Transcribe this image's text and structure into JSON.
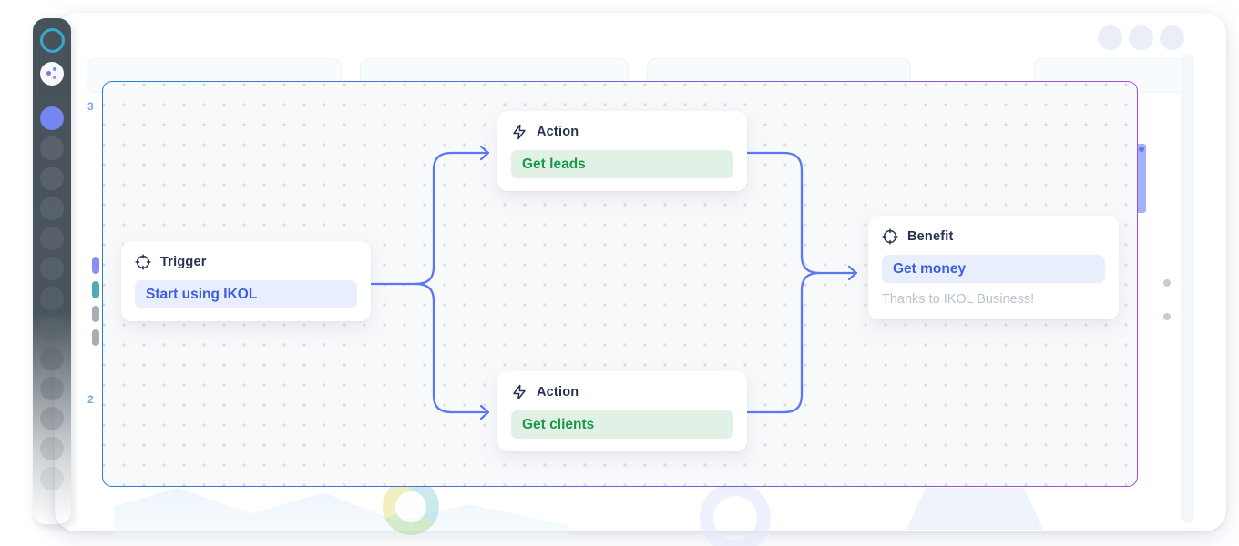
{
  "window": {
    "controls": [
      {
        "name": "window-control-1"
      },
      {
        "name": "window-control-2"
      },
      {
        "name": "window-control-3"
      }
    ]
  },
  "sidebar": {
    "logo_icon": "ring-logo-icon",
    "share_icon": "share-dots-icon",
    "active_item_color": "#7486f1",
    "placeholder_item_count": 12
  },
  "canvas": {
    "border_gradient": [
      "#2a7cd4",
      "#a44ed6"
    ],
    "connector_color": "#5b78f0",
    "nodes": [
      {
        "type_label": "Trigger",
        "icon": "crosshair-icon",
        "value": "Start using IKOL",
        "variant": "blue"
      },
      {
        "type_label": "Action",
        "icon": "zap-icon",
        "value": "Get leads",
        "variant": "green"
      },
      {
        "type_label": "Action",
        "icon": "zap-icon",
        "value": "Get clients",
        "variant": "green"
      },
      {
        "type_label": "Benefit",
        "icon": "crosshair-icon",
        "value": "Get money",
        "variant": "blue",
        "note": "Thanks to IKOL Business!"
      }
    ]
  },
  "background_dashboard": {
    "axis_labels": [
      "3",
      "2"
    ],
    "legend_pill_colors": [
      "#8a8ff2",
      "#4fa9b8",
      "#a7aeb6",
      "#a7aeb6"
    ]
  },
  "colors": {
    "header_text": "#26324e",
    "pill_blue_bg": "#e9eefc",
    "pill_blue_text": "#3d5de0",
    "pill_green_bg": "#e2f1e6",
    "pill_green_text": "#17984a",
    "note_text": "#b8c2cf"
  }
}
